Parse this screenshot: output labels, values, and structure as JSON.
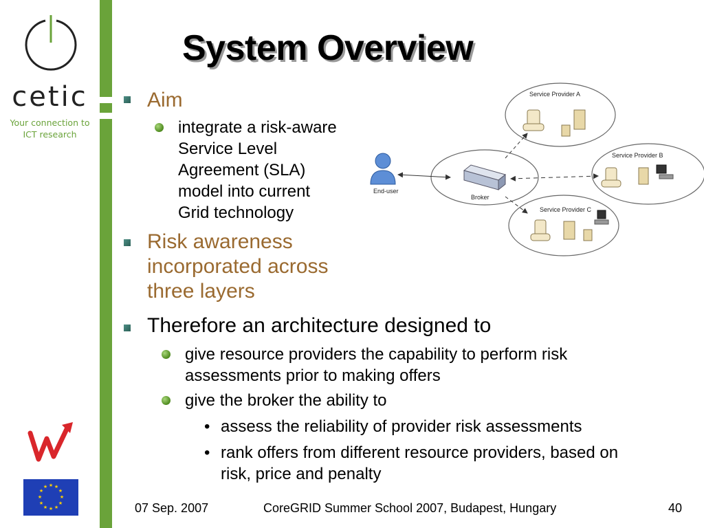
{
  "branding": {
    "cetic_name": "cetic",
    "cetic_tagline_1": "Your connection to",
    "cetic_tagline_2": "ICT research"
  },
  "slide": {
    "title": "System Overview",
    "bullets": {
      "aim": "Aim",
      "aim_sub_lines": [
        "integrate a risk-aware",
        "Service Level",
        "Agreement (SLA)",
        "model into current",
        "Grid technology"
      ],
      "risk_lines": [
        "Risk awareness",
        "incorporated across",
        "three layers"
      ],
      "therefore": "Therefore an architecture designed to",
      "give1_lines": [
        "give resource providers the capability to perform risk",
        "assessments prior to making offers"
      ],
      "give2": "give the broker the ability to",
      "assess": "assess the reliability of provider risk assessments",
      "rank_lines": [
        "rank offers from different resource providers, based on",
        "risk, price and penalty"
      ]
    }
  },
  "diagram": {
    "provider_a": "Service Provider A",
    "provider_b": "Service Provider B",
    "provider_c": "Service Provider C",
    "broker": "Broker",
    "end_user": "End-user"
  },
  "footer": {
    "date": "07 Sep. 2007",
    "event": "CoreGRID Summer School 2007, Budapest, Hungary",
    "page": "40"
  },
  "colors": {
    "accent_green": "#6aa33a",
    "heading_brown": "#9a6a30"
  }
}
